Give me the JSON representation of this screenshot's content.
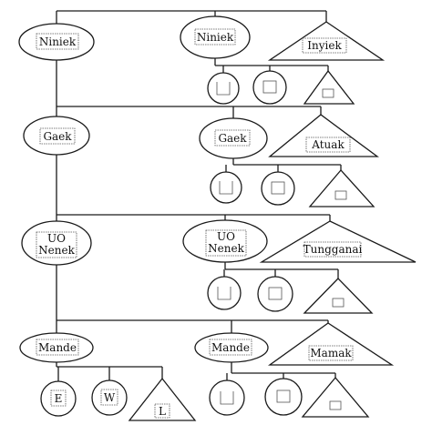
{
  "generation_1": {
    "left_node": "Niniek",
    "right_node": "Niniek",
    "triangle": "Inyiek"
  },
  "generation_2": {
    "left_node": "Gaek",
    "right_node": "Gaek",
    "triangle": "Atuak"
  },
  "generation_3": {
    "left_node_line1": "UO",
    "left_node_line2": "Nenek",
    "right_node_line1": "UO",
    "right_node_line2": "Nenek",
    "triangle": "Tungganai"
  },
  "generation_4": {
    "left_node": "Mande",
    "right_node": "Mande",
    "triangle": "Mamak",
    "children": [
      "E",
      "W",
      "L"
    ]
  }
}
